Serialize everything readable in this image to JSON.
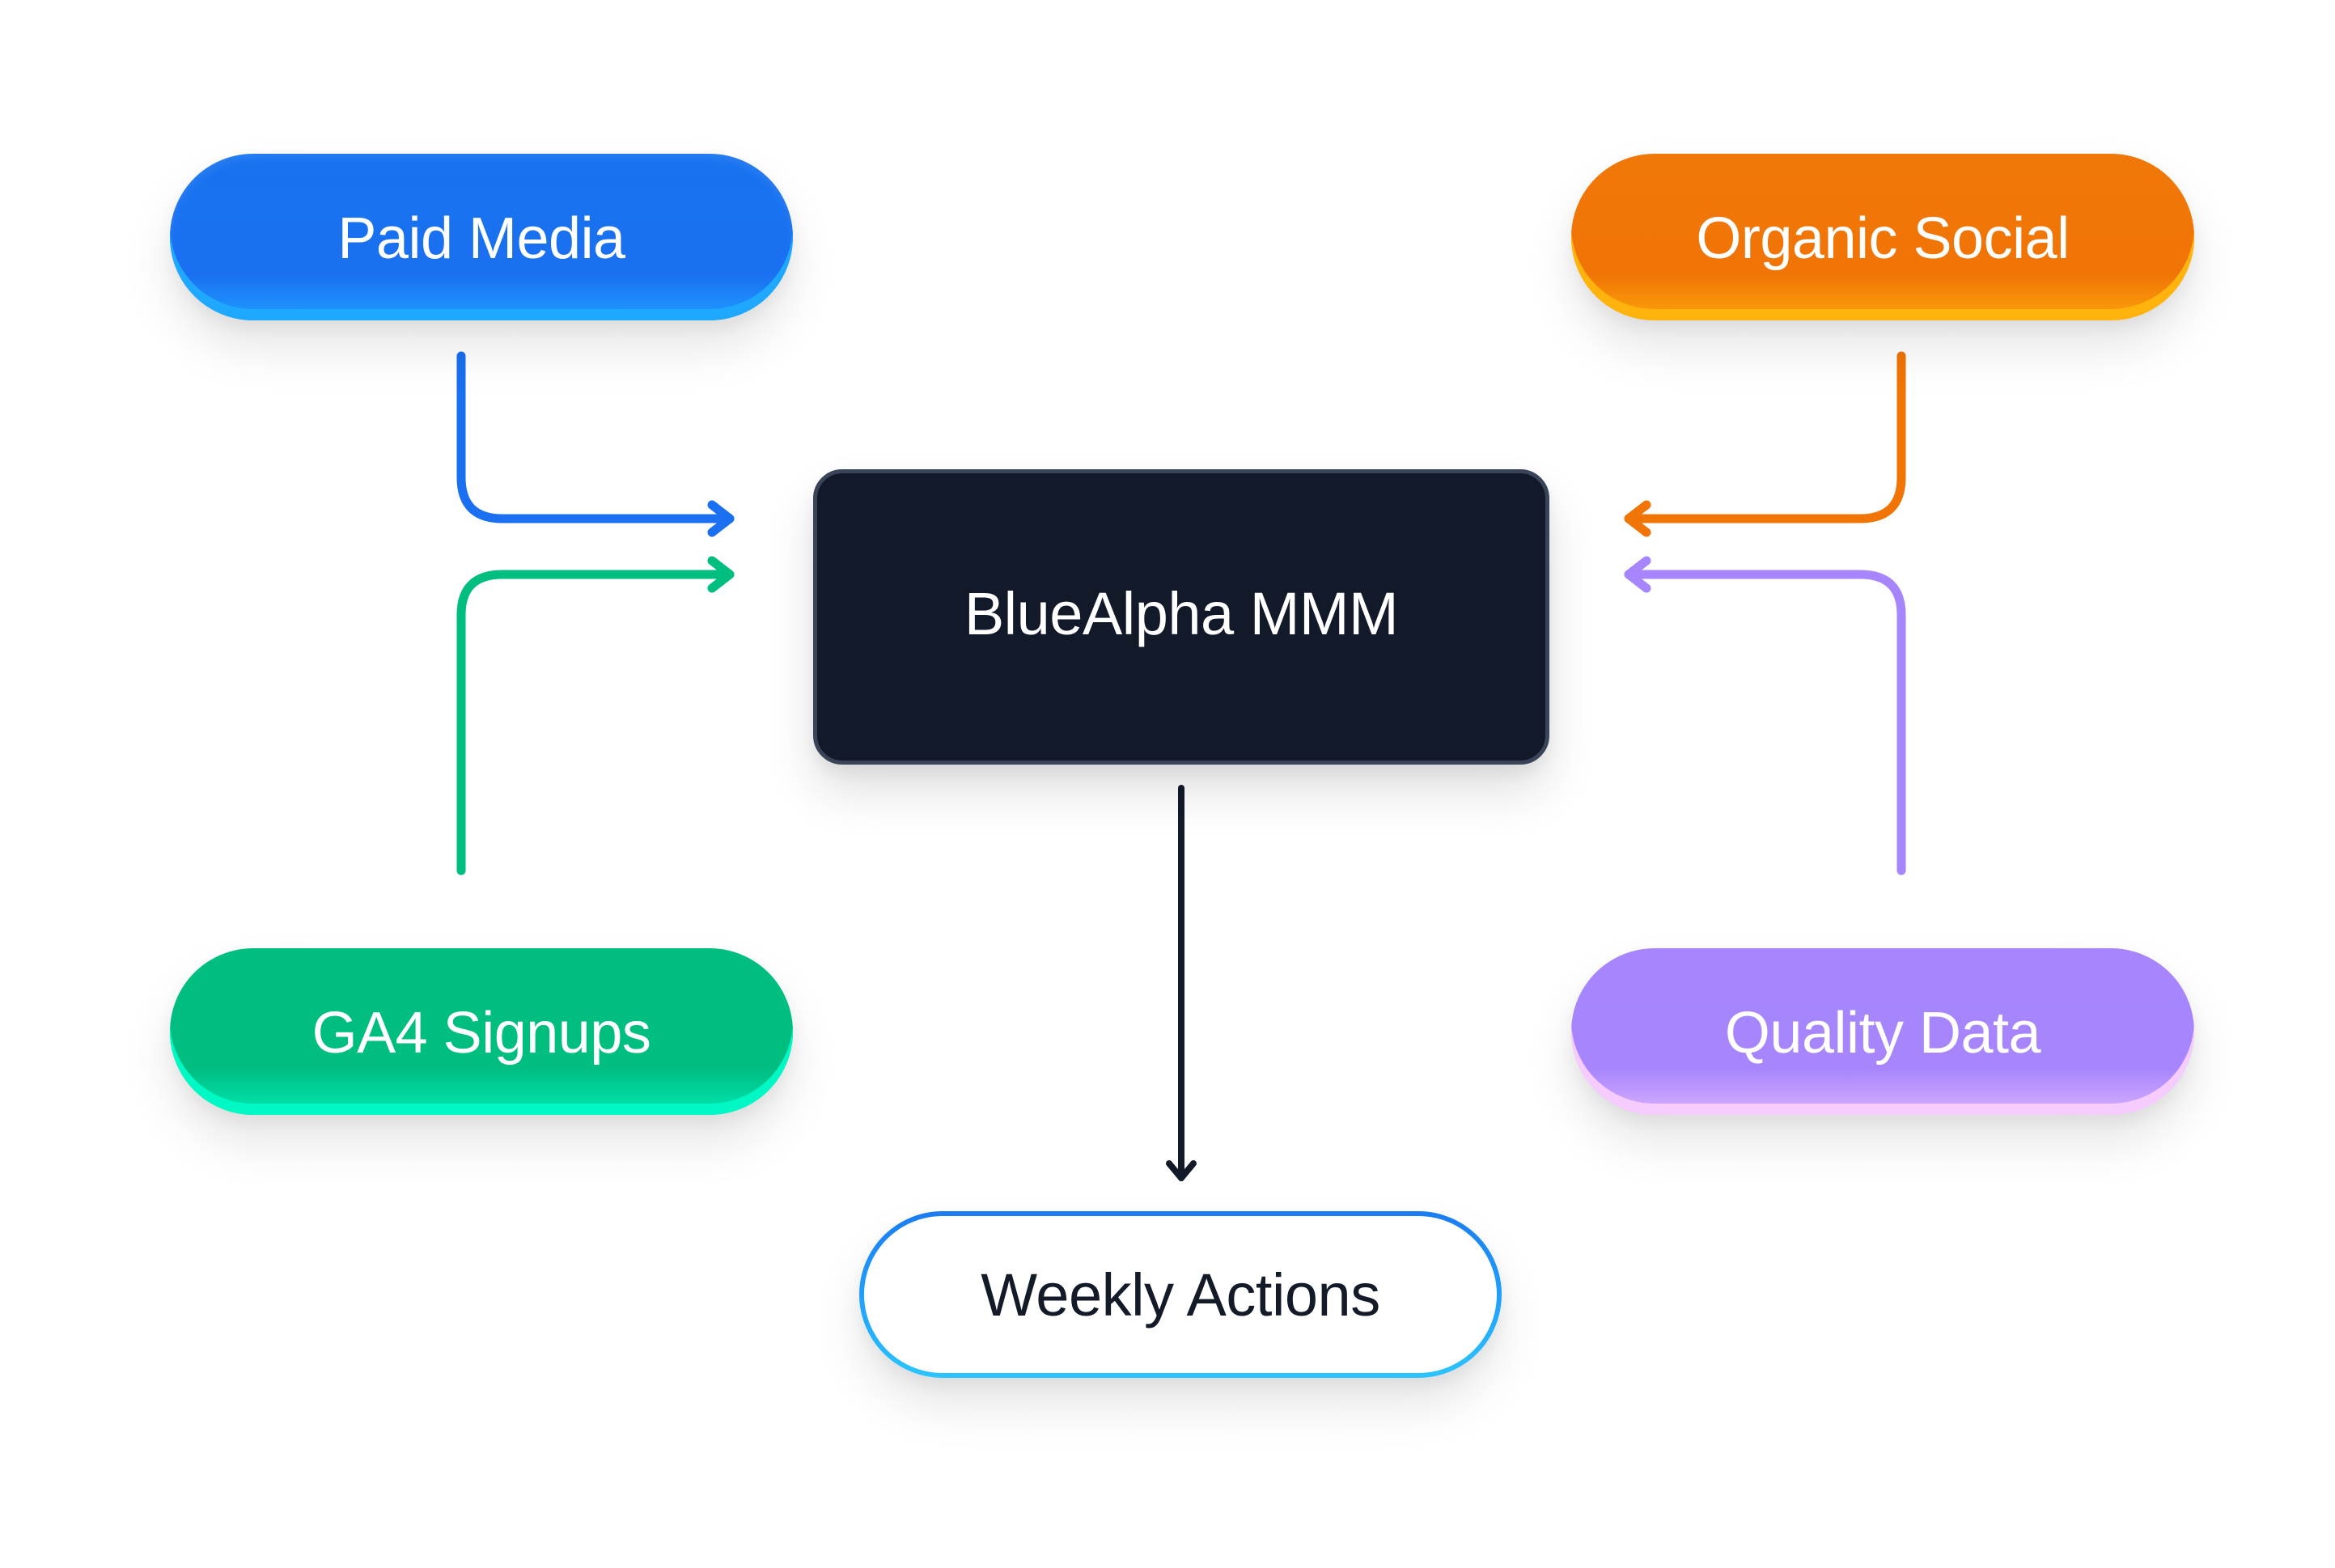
{
  "diagram": {
    "title": "",
    "sources": [
      {
        "id": "paid_media",
        "label": "Paid Media",
        "color": "#1a70f0",
        "position": "top-left"
      },
      {
        "id": "organic_social",
        "label": "Organic Social",
        "color": "#f07406",
        "position": "top-right"
      },
      {
        "id": "ga4_signups",
        "label": "GA4 Signups",
        "color": "#00bd80",
        "position": "bottom-left"
      },
      {
        "id": "quality_data",
        "label": "Quality Data",
        "color": "#a685fd",
        "position": "bottom-right"
      }
    ],
    "hub": {
      "id": "bluealpha_mmm",
      "label": "BlueAlpha MMM",
      "color": "#121a2a"
    },
    "output": {
      "id": "weekly_actions",
      "label": "Weekly Actions",
      "color": "#131a28",
      "border_color": "#22a6fb"
    },
    "edges": [
      {
        "from": "paid_media",
        "to": "bluealpha_mmm",
        "color": "#1a70f0",
        "icon": "arrow-right-icon"
      },
      {
        "from": "ga4_signups",
        "to": "bluealpha_mmm",
        "color": "#00bd80",
        "icon": "arrow-right-icon"
      },
      {
        "from": "organic_social",
        "to": "bluealpha_mmm",
        "color": "#f07406",
        "icon": "arrow-left-icon"
      },
      {
        "from": "quality_data",
        "to": "bluealpha_mmm",
        "color": "#a685fd",
        "icon": "arrow-left-icon"
      },
      {
        "from": "bluealpha_mmm",
        "to": "weekly_actions",
        "color": "#131a28",
        "icon": "arrow-down-icon"
      }
    ]
  }
}
